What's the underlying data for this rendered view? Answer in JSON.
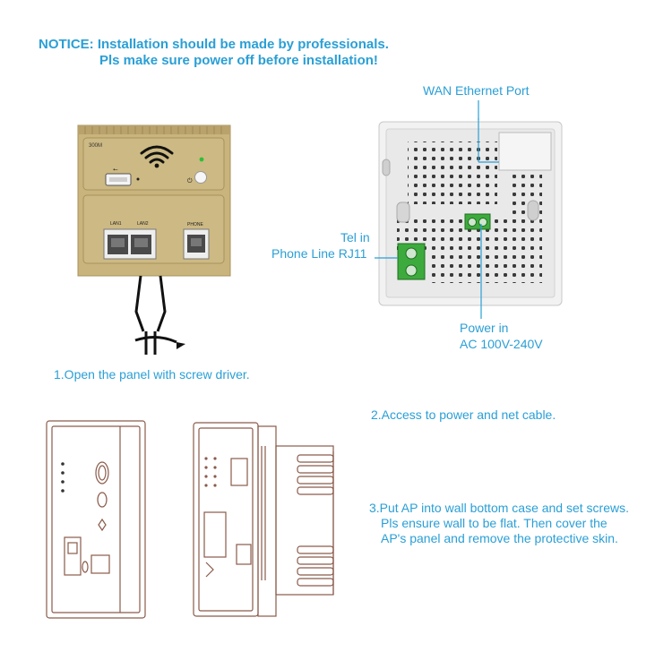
{
  "notice": {
    "line1": "NOTICE: Installation should be made by professionals.",
    "line2": "Pls make sure power off before installation!"
  },
  "front_panel": {
    "model_label": "300M",
    "port_lan1": "LAN1",
    "port_lan2": "LAN2",
    "port_phone": "PHONE",
    "panel_color": "#c9b47e"
  },
  "back_panel": {
    "wan_label": "WAN Ethernet Port",
    "tel_label_line1": "Tel in",
    "tel_label_line2": "Phone Line RJ11",
    "power_label_line1": "Power in",
    "power_label_line2": "AC 100V-240V",
    "terminal_color": "#3daa3d"
  },
  "steps": {
    "step1": "1.Open the panel with screw driver.",
    "step2": "2.Access to power and net cable.",
    "step3_line1": "3.Put AP into wall bottom case and set screws.",
    "step3_line2": "Pls ensure wall to be flat. Then cover the",
    "step3_line3": "AP's panel and remove the protective skin."
  },
  "colors": {
    "accent": "#2a9fd6",
    "sketch_line": "#8a5a4a"
  }
}
